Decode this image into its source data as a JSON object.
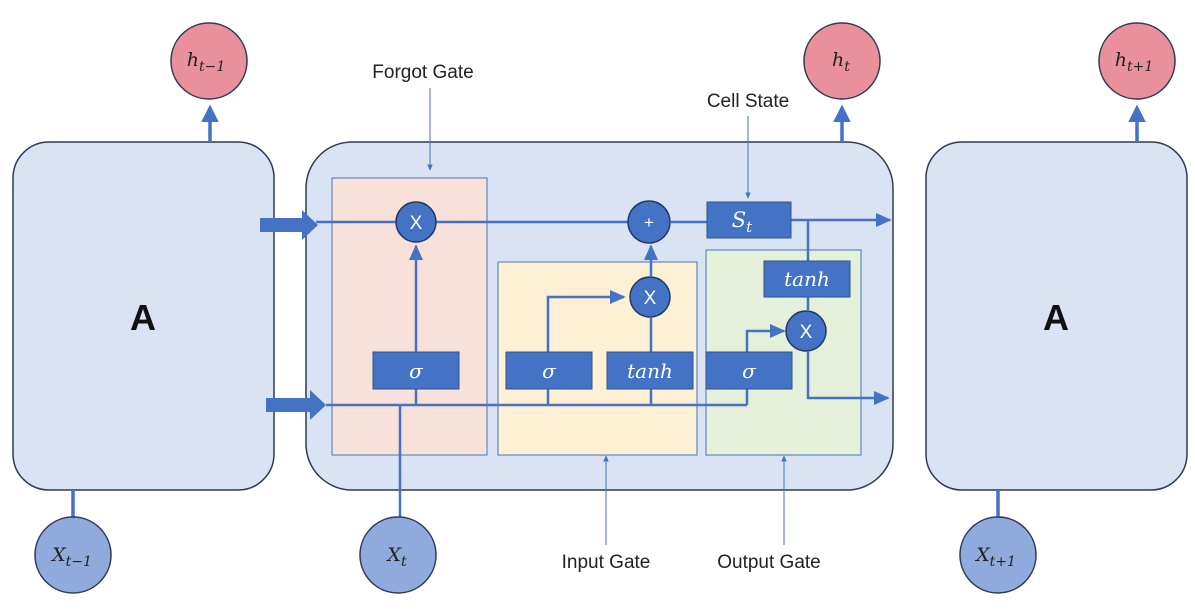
{
  "cells": {
    "left_label": "A",
    "right_label": "A"
  },
  "hidden_states": {
    "prev": {
      "base": "h",
      "sub": "t−1"
    },
    "curr": {
      "base": "h",
      "sub": "t"
    },
    "next": {
      "base": "h",
      "sub": "t+1"
    }
  },
  "inputs": {
    "prev": {
      "base": "X",
      "sub": "t−1"
    },
    "curr": {
      "base": "X",
      "sub": "t"
    },
    "next": {
      "base": "X",
      "sub": "t+1"
    }
  },
  "gates": {
    "forget_label": "Forgot Gate",
    "input_label": "Input Gate",
    "output_label": "Output Gate",
    "cell_state_label": "Cell State"
  },
  "ops": {
    "multiply": "X",
    "add": "+",
    "sigma": "σ",
    "tanh": "tanh"
  },
  "cell_state": {
    "base": "S",
    "sub": "t"
  },
  "colors": {
    "cell_fill": "#dae3f3",
    "forget_gate_fill": "#f8e1d8",
    "input_gate_fill": "#fdf0d5",
    "output_gate_fill": "#e4f0da",
    "box_fill": "#4472c4",
    "line_blue": "#4472c4",
    "hidden_fill": "#e9909c",
    "input_fill": "#8faadc"
  }
}
